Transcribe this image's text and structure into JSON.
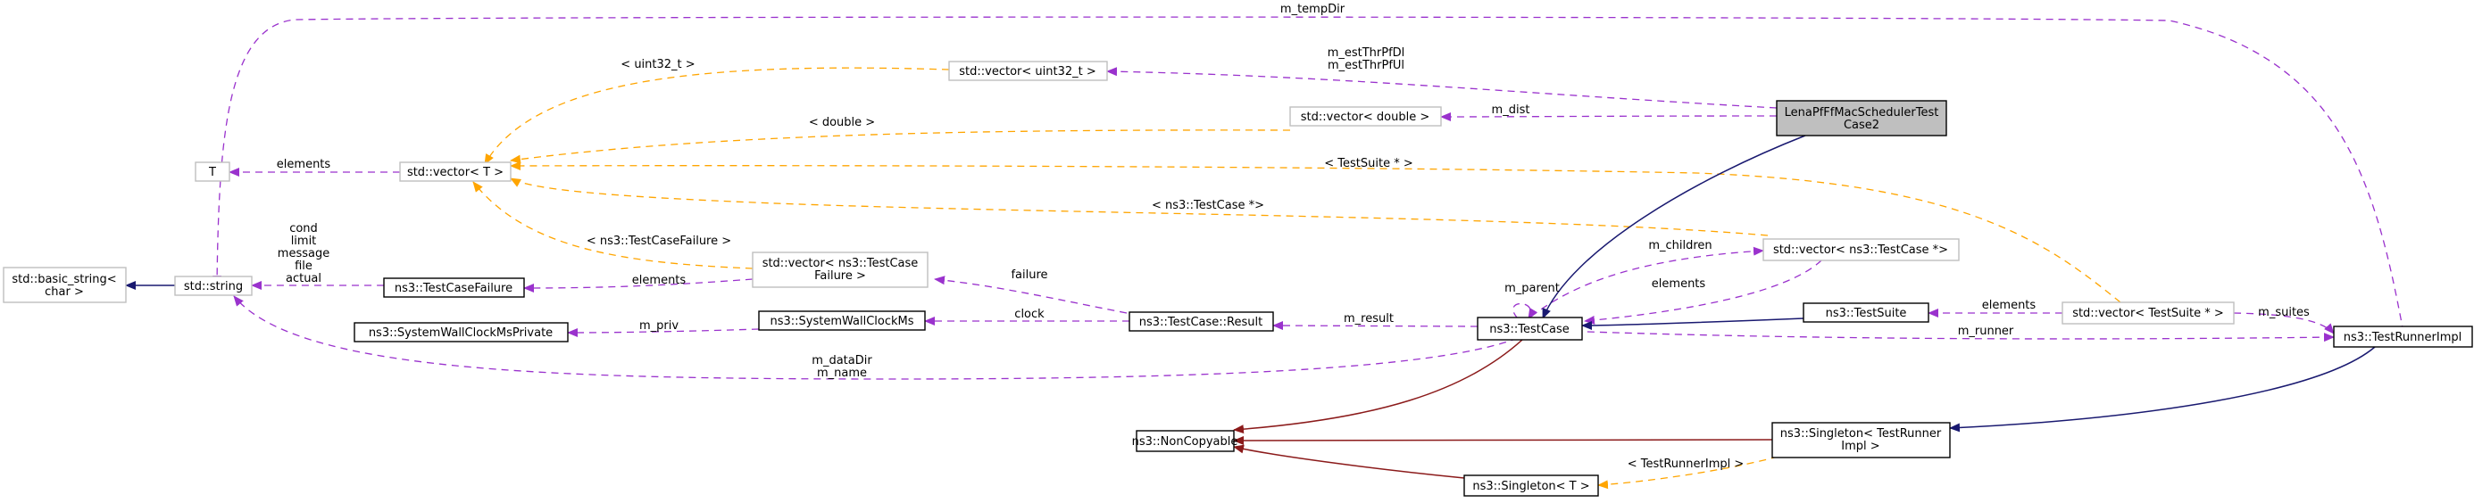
{
  "nodes": {
    "main": "LenaPfFfMacSchedulerTest\nCase2",
    "vec_uint32": "std::vector< uint32_t >",
    "vec_double": "std::vector< double >",
    "t": "T",
    "vec_t": "std::vector< T >",
    "basic_string": "std::basic_string<\nchar >",
    "string": "std::string",
    "testcasefailure": "ns3::TestCaseFailure",
    "vec_tcf": "std::vector< ns3::TestCase\nFailure >",
    "swcm_private": "ns3::SystemWallClockMsPrivate",
    "swcm": "ns3::SystemWallClockMs",
    "result": "ns3::TestCase::Result",
    "testcase": "ns3::TestCase",
    "vec_tc": "std::vector< ns3::TestCase *>",
    "testsuite": "ns3::TestSuite",
    "vec_ts": "std::vector< TestSuite * >",
    "runnerimpl": "ns3::TestRunnerImpl",
    "noncopyable": "ns3::NonCopyable",
    "singleton_tri": "ns3::Singleton< TestRunner\nImpl >",
    "singleton_t": "ns3::Singleton< T >"
  },
  "edge_labels": {
    "m_tempdir": "m_tempDir",
    "m_est": "m_estThrPfDl\nm_estThrPfUl",
    "m_dist": "m_dist",
    "uint32": "< uint32_t >",
    "double": "< double >",
    "elements_t": "elements",
    "testsuite_ptr": "< TestSuite * >",
    "testcase_ptr": "< ns3::TestCase *>",
    "string_members": "cond\nlimit\nmessage\nfile\nactual",
    "testcasefailure_tpl": "< ns3::TestCaseFailure >",
    "elements_tcf": "elements",
    "failure": "failure",
    "m_children": "m_children",
    "m_parent": "m_parent",
    "elements_tc": "elements",
    "elements_ts": "elements",
    "m_suites": "m_suites",
    "m_priv": "m_priv",
    "clock": "clock",
    "m_result": "m_result",
    "m_runner": "m_runner",
    "m_datadir": "m_dataDir\nm_name",
    "testrunnerimpl_tpl": "< TestRunnerImpl >"
  },
  "colors": {
    "usage": "#9a32cd",
    "template": "#ffa500",
    "public_inheritance": "#191970",
    "private_inheritance": "#8b1a1a",
    "focus_fill": "#bfbfbf"
  }
}
